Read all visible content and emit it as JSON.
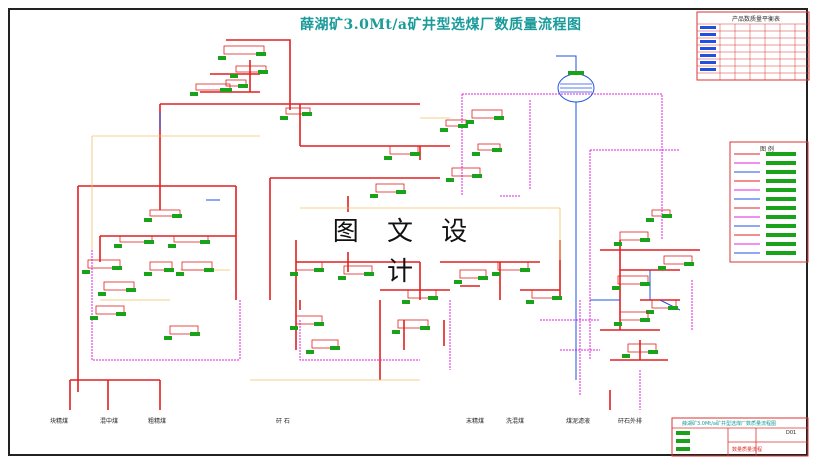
{
  "title": "薛湖矿3.0Mt/a矿井型选煤厂数质量流程图",
  "watermark": "图 文 设 计",
  "table_title": "产品数质量平衡表",
  "legend_title": "图 例",
  "outputs": [
    "块精煤",
    "混中煤",
    "粗精煤",
    "矸  石",
    "末精煤",
    "洗混煤",
    "煤泥滤液",
    "矸石外排"
  ],
  "title_block": {
    "name": "薛湖矿3.0Mt/a矿井型选煤厂数质量流程图",
    "code": "D01",
    "label": "数量质量流程"
  },
  "colors": {
    "main_flow": "#e02020",
    "water_flow": "#e020e0",
    "clean_flow": "#2050e0",
    "aux_flow": "#f0c060",
    "node_fill": "#1aa21a",
    "label": "#1a9a9a"
  }
}
